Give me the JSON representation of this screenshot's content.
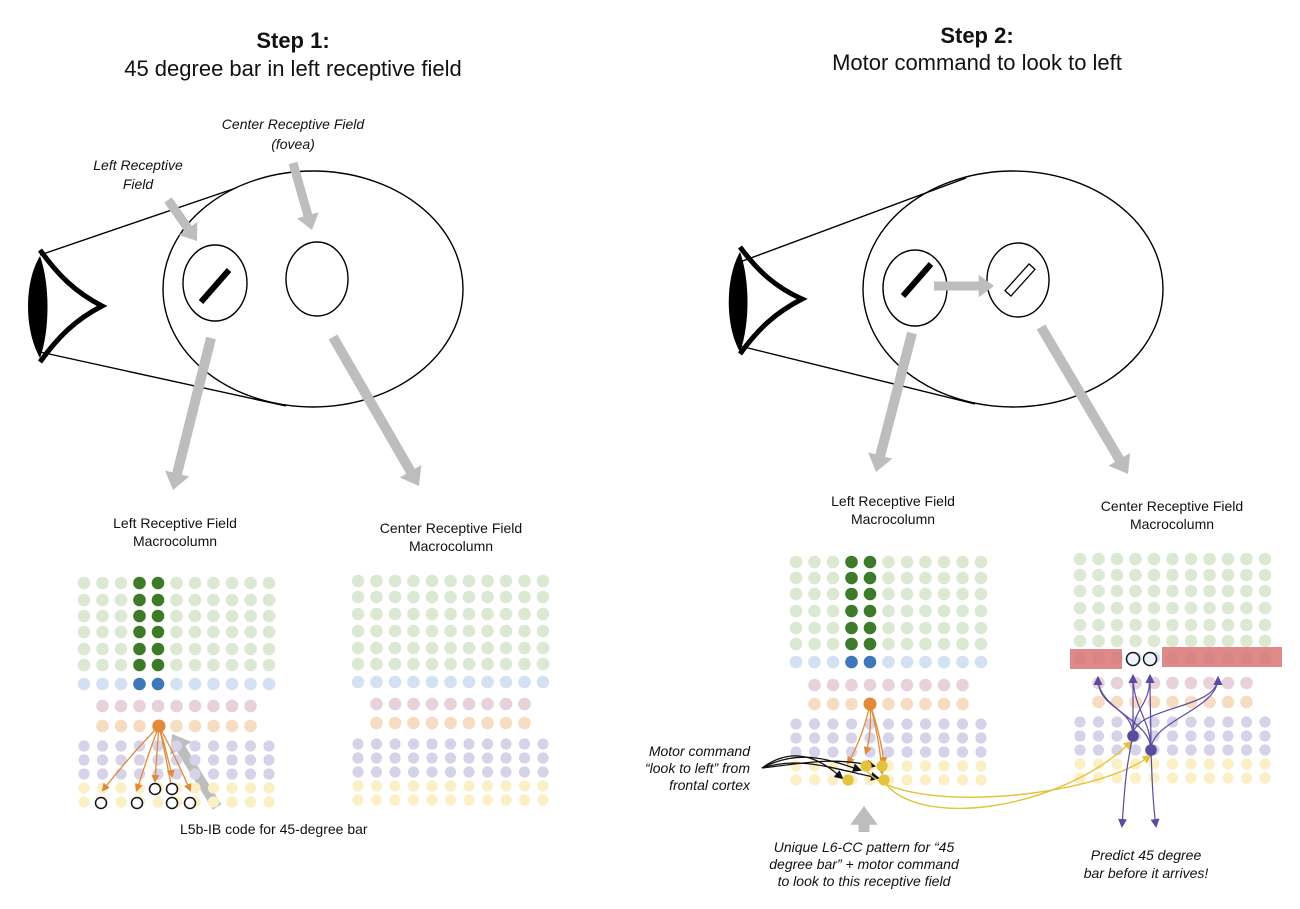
{
  "step1": {
    "title": "Step 1:",
    "subtitle": "45 degree bar in left receptive field",
    "left_rf_label": [
      "Left Receptive",
      "Field"
    ],
    "center_rf_label": [
      "Center Receptive Field",
      "(fovea)"
    ],
    "left_macro_label": [
      "Left Receptive Field",
      "Macrocolumn"
    ],
    "center_macro_label": [
      "Center Receptive Field",
      "Macrocolumn"
    ],
    "code_label": "L5b-IB code for 45-degree bar"
  },
  "step2": {
    "title": "Step 2:",
    "subtitle": "Motor command to look to left",
    "left_macro_label": [
      "Left Receptive Field",
      "Macrocolumn"
    ],
    "center_macro_label": [
      "Center Receptive Field",
      "Macrocolumn"
    ],
    "motor_label": [
      "Motor command",
      "“look to left” from",
      "frontal cortex"
    ],
    "l6_label": [
      "Unique L6-CC pattern for “45",
      "degree bar” + motor command",
      "to look to this receptive field"
    ],
    "predict_label": [
      "Predict 45 degree",
      "bar before it arrives!"
    ]
  },
  "colors": {
    "l23_light": "#dbe9d2",
    "l23_active": "#3d7a2a",
    "l4_light": "#d4e1f3",
    "l4_active": "#3f78b8",
    "l5a_light": "#e7d1dc",
    "l5b_light": "#f6dcc3",
    "l5b_active": "#e08a3a",
    "l6_purple_light": "#d6d2e8",
    "l6_purple_active": "#5a4aa0",
    "l6_yellow_light": "#fbefc6",
    "l6_yellow_active": "#e3c33b",
    "predict_red": "#d97474",
    "arrow_gray": "#bdbdbd",
    "orange_line": "#e08a3a",
    "purple_line": "#5a4aa0",
    "yellow_line": "#e3c33b"
  }
}
